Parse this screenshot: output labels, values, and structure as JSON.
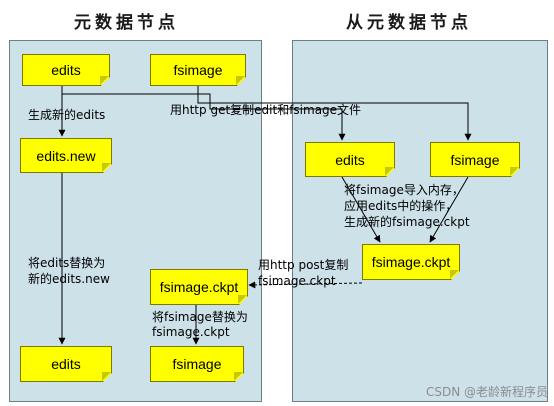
{
  "titles": {
    "left": "元数据节点",
    "right": "从元数据节点"
  },
  "left_panel": {
    "edits_top": "edits",
    "fsimage_top": "fsimage",
    "edits_new": "edits.new",
    "fsimage_ckpt": "fsimage.ckpt",
    "edits_bottom": "edits",
    "fsimage_bottom": "fsimage"
  },
  "right_panel": {
    "edits": "edits",
    "fsimage": "fsimage",
    "fsimage_ckpt": "fsimage.ckpt"
  },
  "labels": {
    "gen_new_edits": "生成新的edits",
    "http_get": "用http get复制edit和fsimage文件",
    "import_line1": "将fsimage导入内存，",
    "import_line2": "应用edits中的操作，",
    "import_line3": "生成新的fsimage.ckpt",
    "replace_edits_line1": "将edits替换为",
    "replace_edits_line2": "新的edits.new",
    "http_post_line1": "用http post复制",
    "http_post_line2": "fsimage.ckpt",
    "replace_fsimage_line1": "将fsimage替换为",
    "replace_fsimage_line2": "fsimage.ckpt"
  },
  "watermark": "CSDN @老龄新程序员",
  "colors": {
    "note": "#ffff00",
    "panel": "#cde1e8",
    "arrow": "#000000"
  }
}
